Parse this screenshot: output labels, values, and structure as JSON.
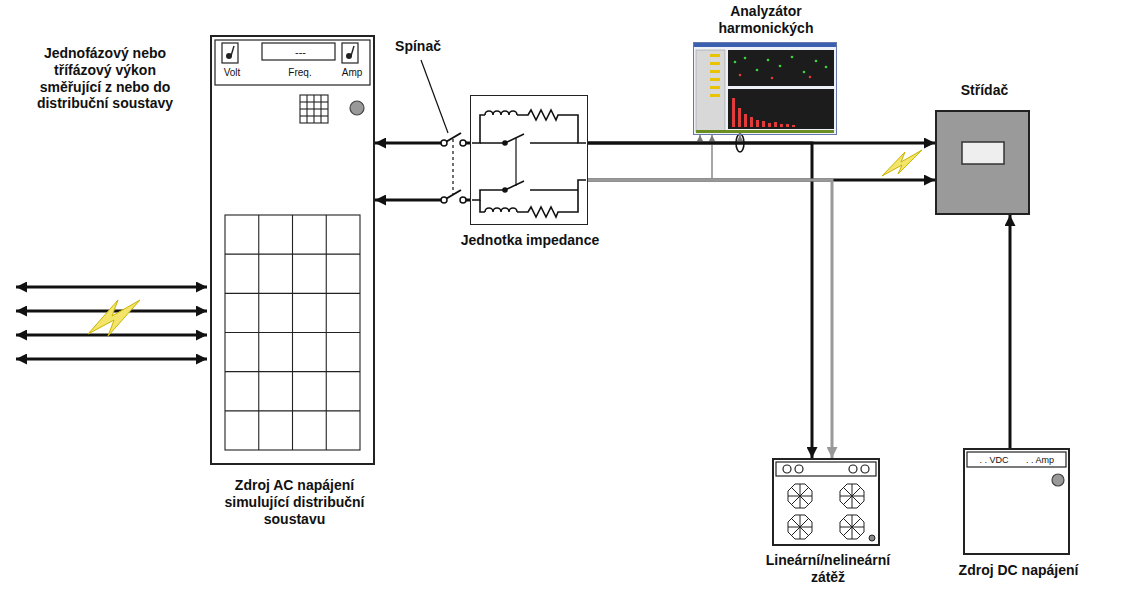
{
  "diagram": {
    "nodes": [
      {
        "text": [
          "Zdroj AC napájení simulující distribuční soustavu",
          "Volt",
          "---",
          "Freq.",
          "Amp"
        ]
      },
      {
        "text": [
          "Jednotka impedance"
        ]
      },
      {
        "text": [
          "Analyzátor harmonických"
        ]
      },
      {
        "text": [
          "Střídač"
        ]
      },
      {
        "text": [
          "Lineární/nelineární zátěž"
        ]
      },
      {
        "text": [
          "Zdroj DC napájení",
          ". . VDC",
          ". . Amp"
        ]
      }
    ],
    "edges": [
      {
        "from": 1,
        "to": 0,
        "arrow": "to"
      },
      {
        "from": 1,
        "to": 0,
        "arrow": "to"
      },
      {
        "from": 1,
        "to": 3,
        "arrow": "to"
      },
      {
        "from": 1,
        "to": 3,
        "arrow": "to"
      },
      {
        "from": 1,
        "to": 2,
        "arrow": "to"
      },
      {
        "from": 1,
        "to": 2,
        "arrow": "to"
      },
      {
        "from": 1,
        "to": 2,
        "arrow": "to"
      },
      {
        "from": 1,
        "to": 4,
        "arrow": "to"
      },
      {
        "from": 1,
        "to": 4,
        "arrow": "to"
      },
      {
        "from": 5,
        "to": 3,
        "arrow": "to"
      }
    ],
    "labels": [
      "Jednofázový nebo třífázový výkon směřující z nebo do distribuční soustavy",
      "Spínač"
    ]
  }
}
